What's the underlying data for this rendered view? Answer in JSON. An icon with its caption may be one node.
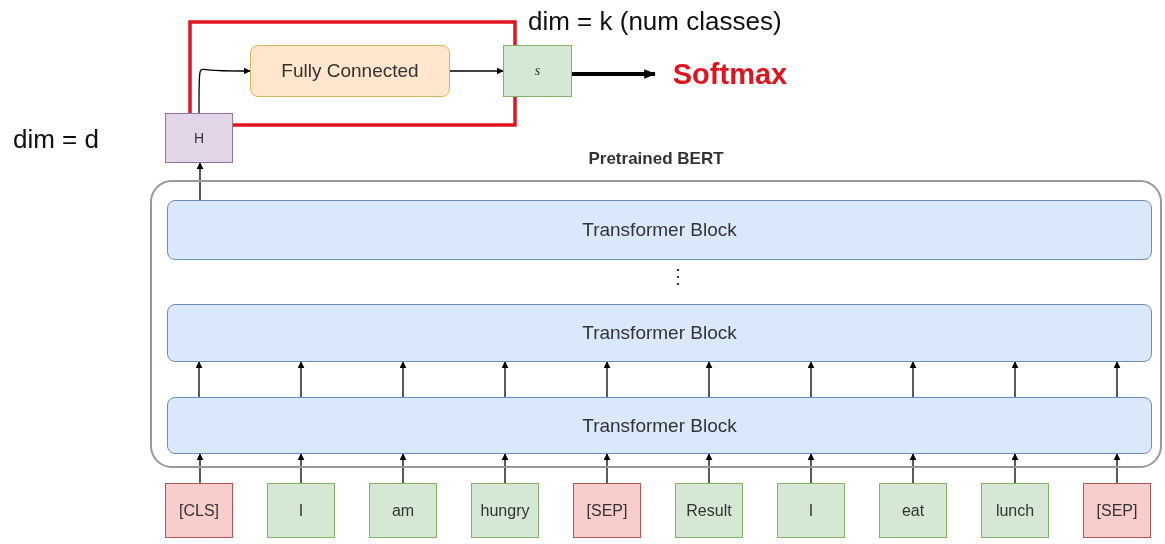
{
  "diagram": {
    "nodes": [
      {
        "text": [
          "Pretrained BERT"
        ]
      },
      {
        "text": [
          "Transformer Block"
        ],
        "in": 0
      },
      {
        "text": [
          "Transformer Block"
        ],
        "in": 0
      },
      {
        "text": [
          "Transformer Block"
        ],
        "in": 0
      },
      {
        "text": [
          "H"
        ],
        "beside": [
          "dim = d"
        ]
      },
      {
        "text": [
          "Fully Connected"
        ]
      },
      {
        "text": [
          "s"
        ],
        "beside": [
          "dim = k (num classes)"
        ]
      },
      {
        "text": [
          "Softmax"
        ]
      },
      {
        "text": [
          "[CLS]"
        ]
      },
      {
        "text": [
          "I"
        ]
      },
      {
        "text": [
          "am"
        ]
      },
      {
        "text": [
          "hungry"
        ]
      },
      {
        "text": [
          "[SEP]"
        ]
      },
      {
        "text": [
          "Result"
        ]
      },
      {
        "text": [
          "I"
        ]
      },
      {
        "text": [
          "eat"
        ]
      },
      {
        "text": [
          "lunch"
        ]
      },
      {
        "text": [
          "[SEP]"
        ]
      }
    ],
    "edges": [
      {
        "from": 4,
        "to": 5,
        "arrow": "to"
      },
      {
        "from": 5,
        "to": 6,
        "arrow": "to"
      },
      {
        "from": 6,
        "to": 7,
        "arrow": "to",
        "style": "thick"
      },
      {
        "from": 1,
        "to": 4,
        "arrow": "to"
      },
      {
        "from": 3,
        "to": 2,
        "arrow": "to"
      },
      {
        "from": 3,
        "to": 2,
        "arrow": "to"
      },
      {
        "from": 3,
        "to": 2,
        "arrow": "to"
      },
      {
        "from": 3,
        "to": 2,
        "arrow": "to"
      },
      {
        "from": 3,
        "to": 2,
        "arrow": "to"
      },
      {
        "from": 3,
        "to": 2,
        "arrow": "to"
      },
      {
        "from": 3,
        "to": 2,
        "arrow": "to"
      },
      {
        "from": 3,
        "to": 2,
        "arrow": "to"
      },
      {
        "from": 3,
        "to": 2,
        "arrow": "to"
      },
      {
        "from": 3,
        "to": 2,
        "arrow": "to"
      },
      {
        "from": 8,
        "to": 3,
        "arrow": "to"
      },
      {
        "from": 9,
        "to": 3,
        "arrow": "to"
      },
      {
        "from": 10,
        "to": 3,
        "arrow": "to"
      },
      {
        "from": 11,
        "to": 3,
        "arrow": "to"
      },
      {
        "from": 12,
        "to": 3,
        "arrow": "to"
      },
      {
        "from": 13,
        "to": 3,
        "arrow": "to"
      },
      {
        "from": 14,
        "to": 3,
        "arrow": "to"
      },
      {
        "from": 15,
        "to": 3,
        "arrow": "to"
      },
      {
        "from": 16,
        "to": 3,
        "arrow": "to"
      },
      {
        "from": 17,
        "to": 3,
        "arrow": "to"
      }
    ],
    "labels": [
      "⋮"
    ]
  }
}
